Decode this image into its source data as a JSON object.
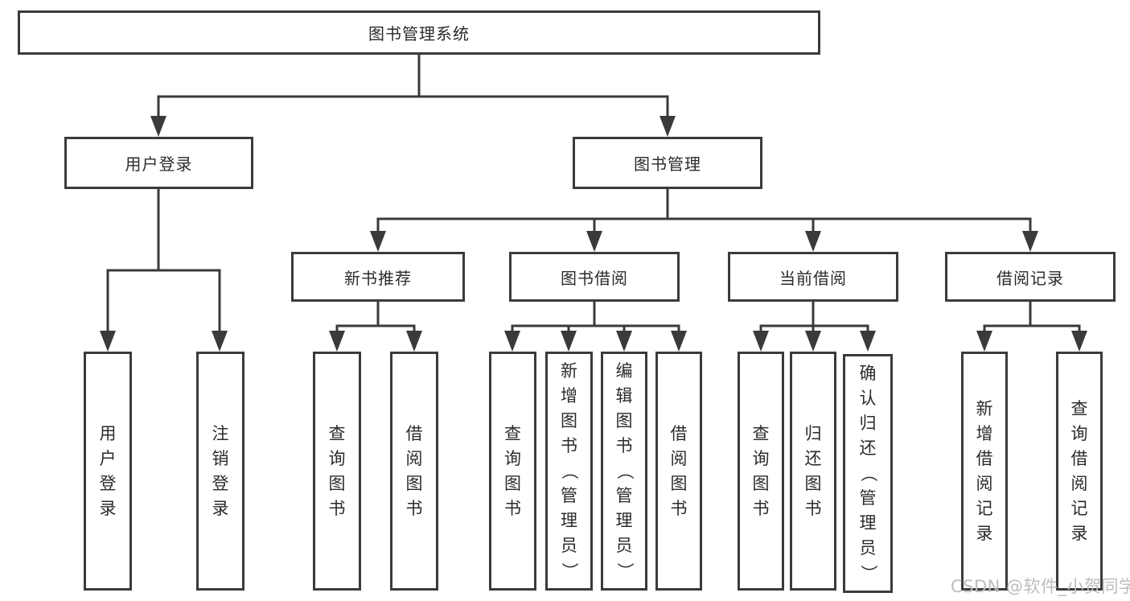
{
  "tree": {
    "root": {
      "label": "图书管理系统"
    },
    "branches": [
      {
        "label": "用户登录",
        "children": [
          {
            "label": "用户登录"
          },
          {
            "label": "注销登录"
          }
        ]
      },
      {
        "label": "图书管理",
        "children": [
          {
            "label": "新书推荐",
            "children": [
              {
                "label": "查询图书"
              },
              {
                "label": "借阅图书"
              }
            ]
          },
          {
            "label": "图书借阅",
            "children": [
              {
                "label": "查询图书"
              },
              {
                "label": "新增图书（管理员）"
              },
              {
                "label": "编辑图书（管理员）"
              },
              {
                "label": "借阅图书"
              }
            ]
          },
          {
            "label": "当前借阅",
            "children": [
              {
                "label": "查询图书"
              },
              {
                "label": "归还图书"
              },
              {
                "label": "确认归还（管理员）"
              }
            ]
          },
          {
            "label": "借阅记录",
            "children": [
              {
                "label": "新增借阅记录"
              },
              {
                "label": "查询借阅记录"
              }
            ]
          }
        ]
      }
    ]
  },
  "watermark": "CSDN @软件_小贺同学",
  "colors": {
    "line": "#3a3a3a",
    "border": "#3b3b3b",
    "text": "#2b2b2b",
    "watermark": "#bdbdbd",
    "background": "#ffffff"
  }
}
